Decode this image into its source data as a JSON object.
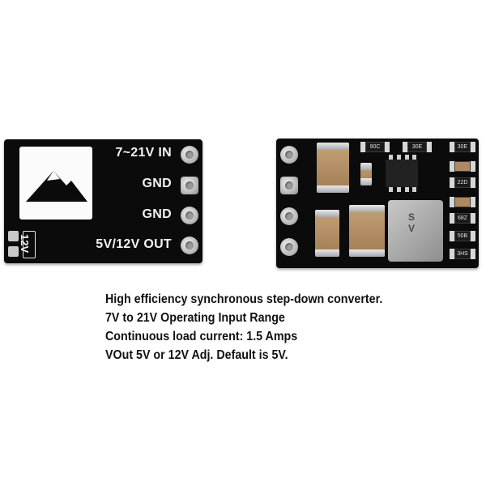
{
  "left_board": {
    "pad_labels": [
      "7~21V IN",
      "GND",
      "GND",
      "5V/12V OUT"
    ],
    "jumper_label": "12V"
  },
  "right_board": {
    "resistor_codes": [
      "90C",
      "30E",
      "30E",
      "",
      "22D",
      "",
      "68Z",
      "50B",
      "3HS"
    ],
    "inductor_marking": [
      "S",
      "V"
    ]
  },
  "caption": {
    "lines": [
      "High efficiency synchronous step-down converter.",
      "7V to 21V Operating Input Range",
      "Continuous load current: 1.5 Amps",
      "VOut 5V or 12V Adj. Default is 5V."
    ]
  },
  "colors": {
    "board": "#0b0b0b",
    "silkscreen": "#f2f2f2",
    "caption_text": "#111111",
    "background": "#ffffff"
  }
}
